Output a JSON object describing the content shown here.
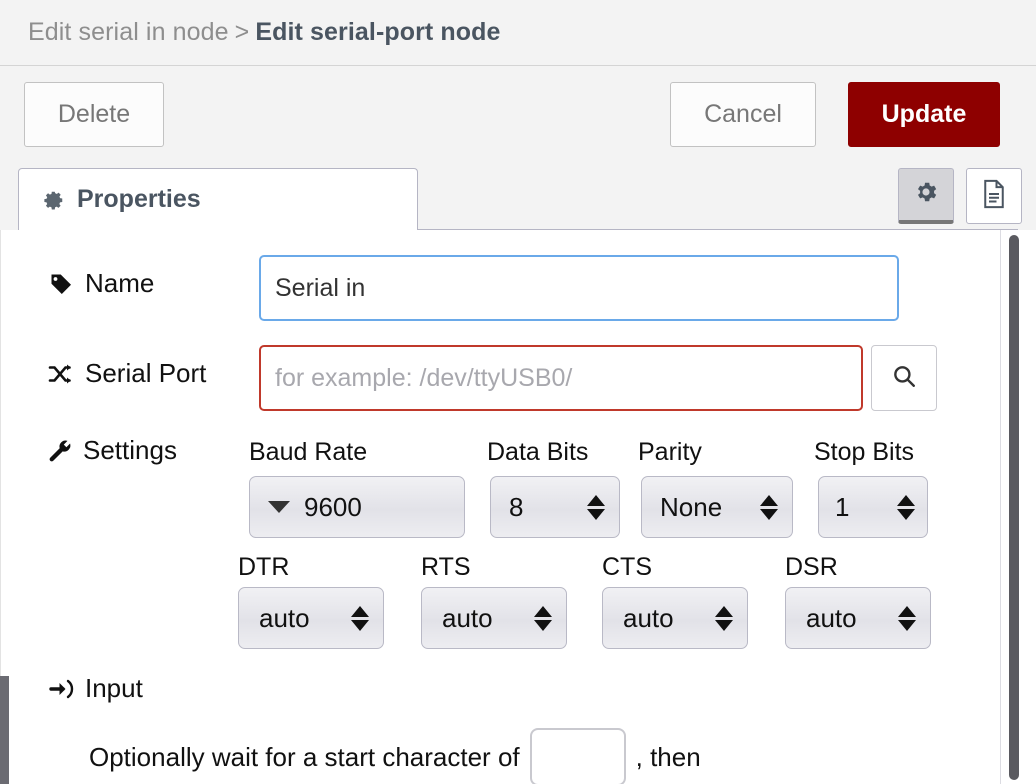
{
  "header": {
    "breadcrumb_parent": "Edit serial in node",
    "breadcrumb_separator": ">",
    "breadcrumb_current": "Edit serial-port node"
  },
  "buttons": {
    "delete_label": "Delete",
    "cancel_label": "Cancel",
    "update_label": "Update",
    "update_color": "#8e0000"
  },
  "tabs": {
    "properties_label": "Properties",
    "properties_icon": "gear-icon",
    "tools": [
      {
        "name": "gear-icon",
        "active": true
      },
      {
        "name": "document-icon",
        "active": false
      }
    ]
  },
  "form": {
    "name": {
      "label": "Name",
      "icon": "tag-icon",
      "value": "Serial in",
      "placeholder": "Name",
      "state": "focused",
      "border_color": "#6aa9e9"
    },
    "serial_port": {
      "label": "Serial Port",
      "icon": "shuffle-icon",
      "value": "",
      "placeholder": "for example: /dev/ttyUSB0/",
      "state": "error",
      "border_color": "#c0392b",
      "search_button_icon": "search-icon"
    },
    "settings": {
      "label": "Settings",
      "icon": "wrench-icon",
      "selects_row1": [
        {
          "name": "baud-rate",
          "label": "Baud Rate",
          "value": "9600",
          "control": "combobox"
        },
        {
          "name": "data-bits",
          "label": "Data Bits",
          "value": "8",
          "control": "spinner"
        },
        {
          "name": "parity",
          "label": "Parity",
          "value": "None",
          "control": "spinner"
        },
        {
          "name": "stop-bits",
          "label": "Stop Bits",
          "value": "1",
          "control": "spinner"
        }
      ],
      "selects_row2": [
        {
          "name": "dtr",
          "label": "DTR",
          "value": "auto",
          "control": "spinner"
        },
        {
          "name": "rts",
          "label": "RTS",
          "value": "auto",
          "control": "spinner"
        },
        {
          "name": "cts",
          "label": "CTS",
          "value": "auto",
          "control": "spinner"
        },
        {
          "name": "dsr",
          "label": "DSR",
          "value": "auto",
          "control": "spinner"
        }
      ]
    },
    "input_section": {
      "label": "Input",
      "icon": "sign-in-icon",
      "text_before": "Optionally wait for a start character of",
      "start_char_value": "",
      "text_after": ", then"
    }
  }
}
